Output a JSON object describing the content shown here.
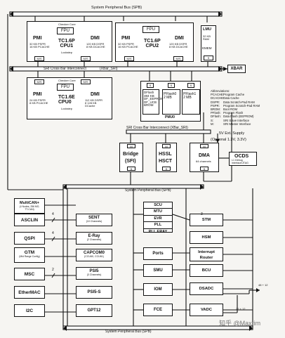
{
  "buses": {
    "spb_top": "System Peripheral Bus (SPB)",
    "sri_main": "SRI Cross Bar Interconnect",
    "sri_main_suffix": "(XBar_SRI)",
    "sri_lower": "SRI Cross Bar Interconnect (XBar_SRI)",
    "spb_mid": "System Peripheral Bus (SPB)",
    "spb_bottom": "System Peripheral Bus (SPB)"
  },
  "cpus": [
    {
      "pmi": "PMI",
      "pmi_mem": "32 KB PSPR\n16 KB PCACHE",
      "fpu": "FPU",
      "checker": "Checker Core",
      "core": "TC1.6P\nCPU1",
      "core_sub": "Lockstep",
      "dmi": "DMI",
      "dmi_mem": "120 KB DSPR\n8 KB DCACHE"
    },
    {
      "pmi": "PMI",
      "pmi_mem": "32 KB PSPR\n16 KB PCACHE",
      "fpu": "FPU",
      "checker": "",
      "core": "TC1.6P\nCPU2",
      "core_sub": "",
      "dmi": "DMI",
      "dmi_mem": "120 KB DSPR\n8 KB DCACHE"
    },
    {
      "pmi": "PMI",
      "pmi_mem": "24 KB PSPR\n8 KB PCACHE",
      "fpu": "FPU",
      "checker": "Checker Core",
      "core": "TC1.6E\nCPU0",
      "core_sub": "Lockstep",
      "dmi": "DMI",
      "dmi_mem": "112 KB DSPR\n8 128 KB\nDCache"
    }
  ],
  "lmu": {
    "title": "LMU",
    "mem": "32 KB\nRAM",
    "emem": "EMEM"
  },
  "xbar": "XBAR",
  "pmu": {
    "dflash": "DFlash\n384 KB\nDF_EEPROM\nDF_UCB\nBROM",
    "pflash0": "PFlash0\n2 MB",
    "pflash1": "PFlash1\n2 MB",
    "label": "PMU0"
  },
  "abbrev": {
    "title": "Abbreviations:",
    "rows": [
      [
        "PCACHE:",
        "Program Cache"
      ],
      [
        "DCACHE:",
        "Data Cache"
      ],
      [
        "DSPR:",
        "Data Scratch-Pad RAM"
      ],
      [
        "PSPR:",
        "Program Scratch-Pad RAM"
      ],
      [
        "BROM:",
        "Boot ROM"
      ],
      [
        "PFlash:",
        "Program Flash"
      ],
      [
        "DFlash:",
        "Data Flash (EEPROM)"
      ],
      [
        "S:",
        "SRI Slave Interface"
      ],
      [
        "M:",
        "SRI Master Interface"
      ]
    ]
  },
  "supply": {
    "line1": "5V Ext. Supply",
    "line2": "(Optional 1.3V, 3.3V)"
  },
  "bridge": {
    "title": "Bridge",
    "sub": "(SFI)"
  },
  "hssl": {
    "title": "HSSL",
    "sub": "HSCT"
  },
  "dma": {
    "title": "DMA",
    "sub": "64 channels"
  },
  "ocds": {
    "title": "OCDS",
    "sub": "L1 Debug\nInterface/JTAG"
  },
  "ms": {
    "m": "M",
    "s": "S",
    "ms": "M/S"
  },
  "left_periph": [
    {
      "label": "MultiCAN+",
      "sub": "(4 Nodes, 256 MO,\nTT-CAN)"
    },
    {
      "label": "ASCLIN",
      "sub": ""
    },
    {
      "label": "QSPI",
      "sub": ""
    },
    {
      "label": "GTM",
      "sub": "(Mid Range Config)"
    },
    {
      "label": "MSC",
      "sub": ""
    },
    {
      "label": "EtherMAC",
      "sub": ""
    },
    {
      "label": "I2C",
      "sub": ""
    }
  ],
  "bus_widths": [
    "4",
    "4",
    "2",
    "3"
  ],
  "mid_periph": [
    {
      "label": "SENT",
      "sub": "(10 Channels)"
    },
    {
      "label": "E-Ray",
      "sub": "(2 Channels)"
    },
    {
      "label": "CAPCOM0",
      "sub": "(CCU60, CCU61)"
    },
    {
      "label": "PSI5",
      "sub": "(3 Channels)"
    },
    {
      "label": "PSI5-S",
      "sub": ""
    },
    {
      "label": "GPT12",
      "sub": ""
    }
  ],
  "scu_stack": [
    "SCU",
    "MTU",
    "EVR",
    "PLL",
    "PLL ERAY"
  ],
  "center_periph": [
    "Ports",
    "SMU",
    "IOM",
    "FCE"
  ],
  "right_periph": [
    "STM",
    "HSM",
    "Interrupt\nRouter",
    "BCU",
    "DSADC",
    "VADC"
  ],
  "stm_width": "3",
  "adc_inputs": [
    "48 + 12",
    "22 + 12"
  ],
  "watermark": "知乎 @Maxrim"
}
